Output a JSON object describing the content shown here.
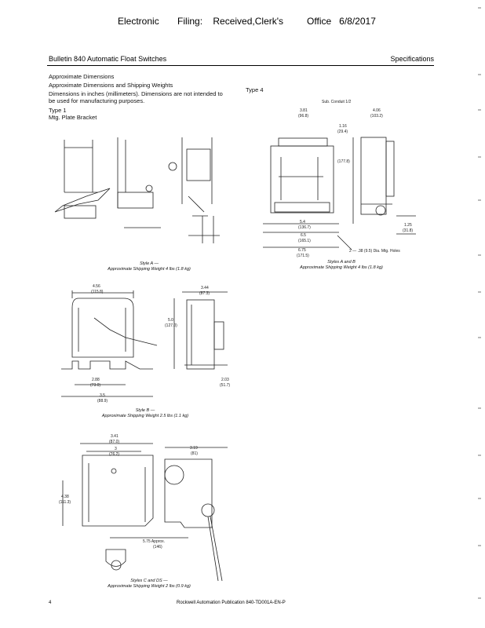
{
  "stamp": {
    "text": "Electronic       Filing:    Received,Clerk's         Office   6/8/2017"
  },
  "header": {
    "title": "Bulletin 840 Automatic Float Switches",
    "section": "Specifications"
  },
  "intro": {
    "line1": "Approximate Dimensions",
    "line2": "Approximate Dimensions and Shipping Weights",
    "line3": "Dimensions in inches (millimeters). Dimensions are not intended to",
    "line4": "be used for manufacturing purposes.",
    "line5": "Type 1",
    "line6": "Mtg. Plate Bracket",
    "type4": "Type 4"
  },
  "captions": {
    "style_a": "Style A —",
    "style_a_weight": "Approximate Shipping Weight 4 lbs (1.8 kg)",
    "style_ab": "Styles A and B",
    "style_ab_weight": "Approximate Shipping Weight 4 lbs (1.8 kg)",
    "style_b": "Style B —",
    "style_b_weight": "Approximate Shipping Weight 2.5 lbs (1.1 kg)",
    "style_c": "Styles C and DS —",
    "style_c_weight": "Approximate Shipping Weight 2 lbs (0.9 kg)"
  },
  "dims_tr": {
    "a": "Sub. Conduit 1/2",
    "b": "3.81",
    "b2": "(96.8)",
    "c": "4.06",
    "c2": "(103.2)",
    "d": "1.16",
    "d2": "(29.4)",
    "e": "(177.8)",
    "f": "5.4",
    "f2": "(136.7)",
    "g": "6.5",
    "g2": "(165.1)",
    "h": "6.75",
    "h2": "(171.5)",
    "i": "1.25",
    "i2": "(31.8)",
    "j": "2 — .38 (9.5) Dia. Mtg. Holes"
  },
  "dims_mid": {
    "a": "4.56",
    "a2": "(115.8)",
    "b": "3.44",
    "b2": "(87.3)",
    "c": "5.0",
    "c2": "(127.0)",
    "d": "2.88",
    "d2": "(73.0)",
    "e": "3.5",
    "e2": "(88.9)",
    "f": "2.03",
    "f2": "(51.7)"
  },
  "dims_bot": {
    "a": "3.41",
    "a2": "(87.0)",
    "b": "3",
    "b2": "(76.2)",
    "c": "3.19",
    "c2": "(81)",
    "d": "4.38",
    "d2": "(111.3)",
    "e": "5.75 Approx.",
    "e2": "(146)"
  },
  "footer": {
    "page": "4",
    "publication": "Rockwell Automation Publication 840-TD001A-EN-P"
  }
}
